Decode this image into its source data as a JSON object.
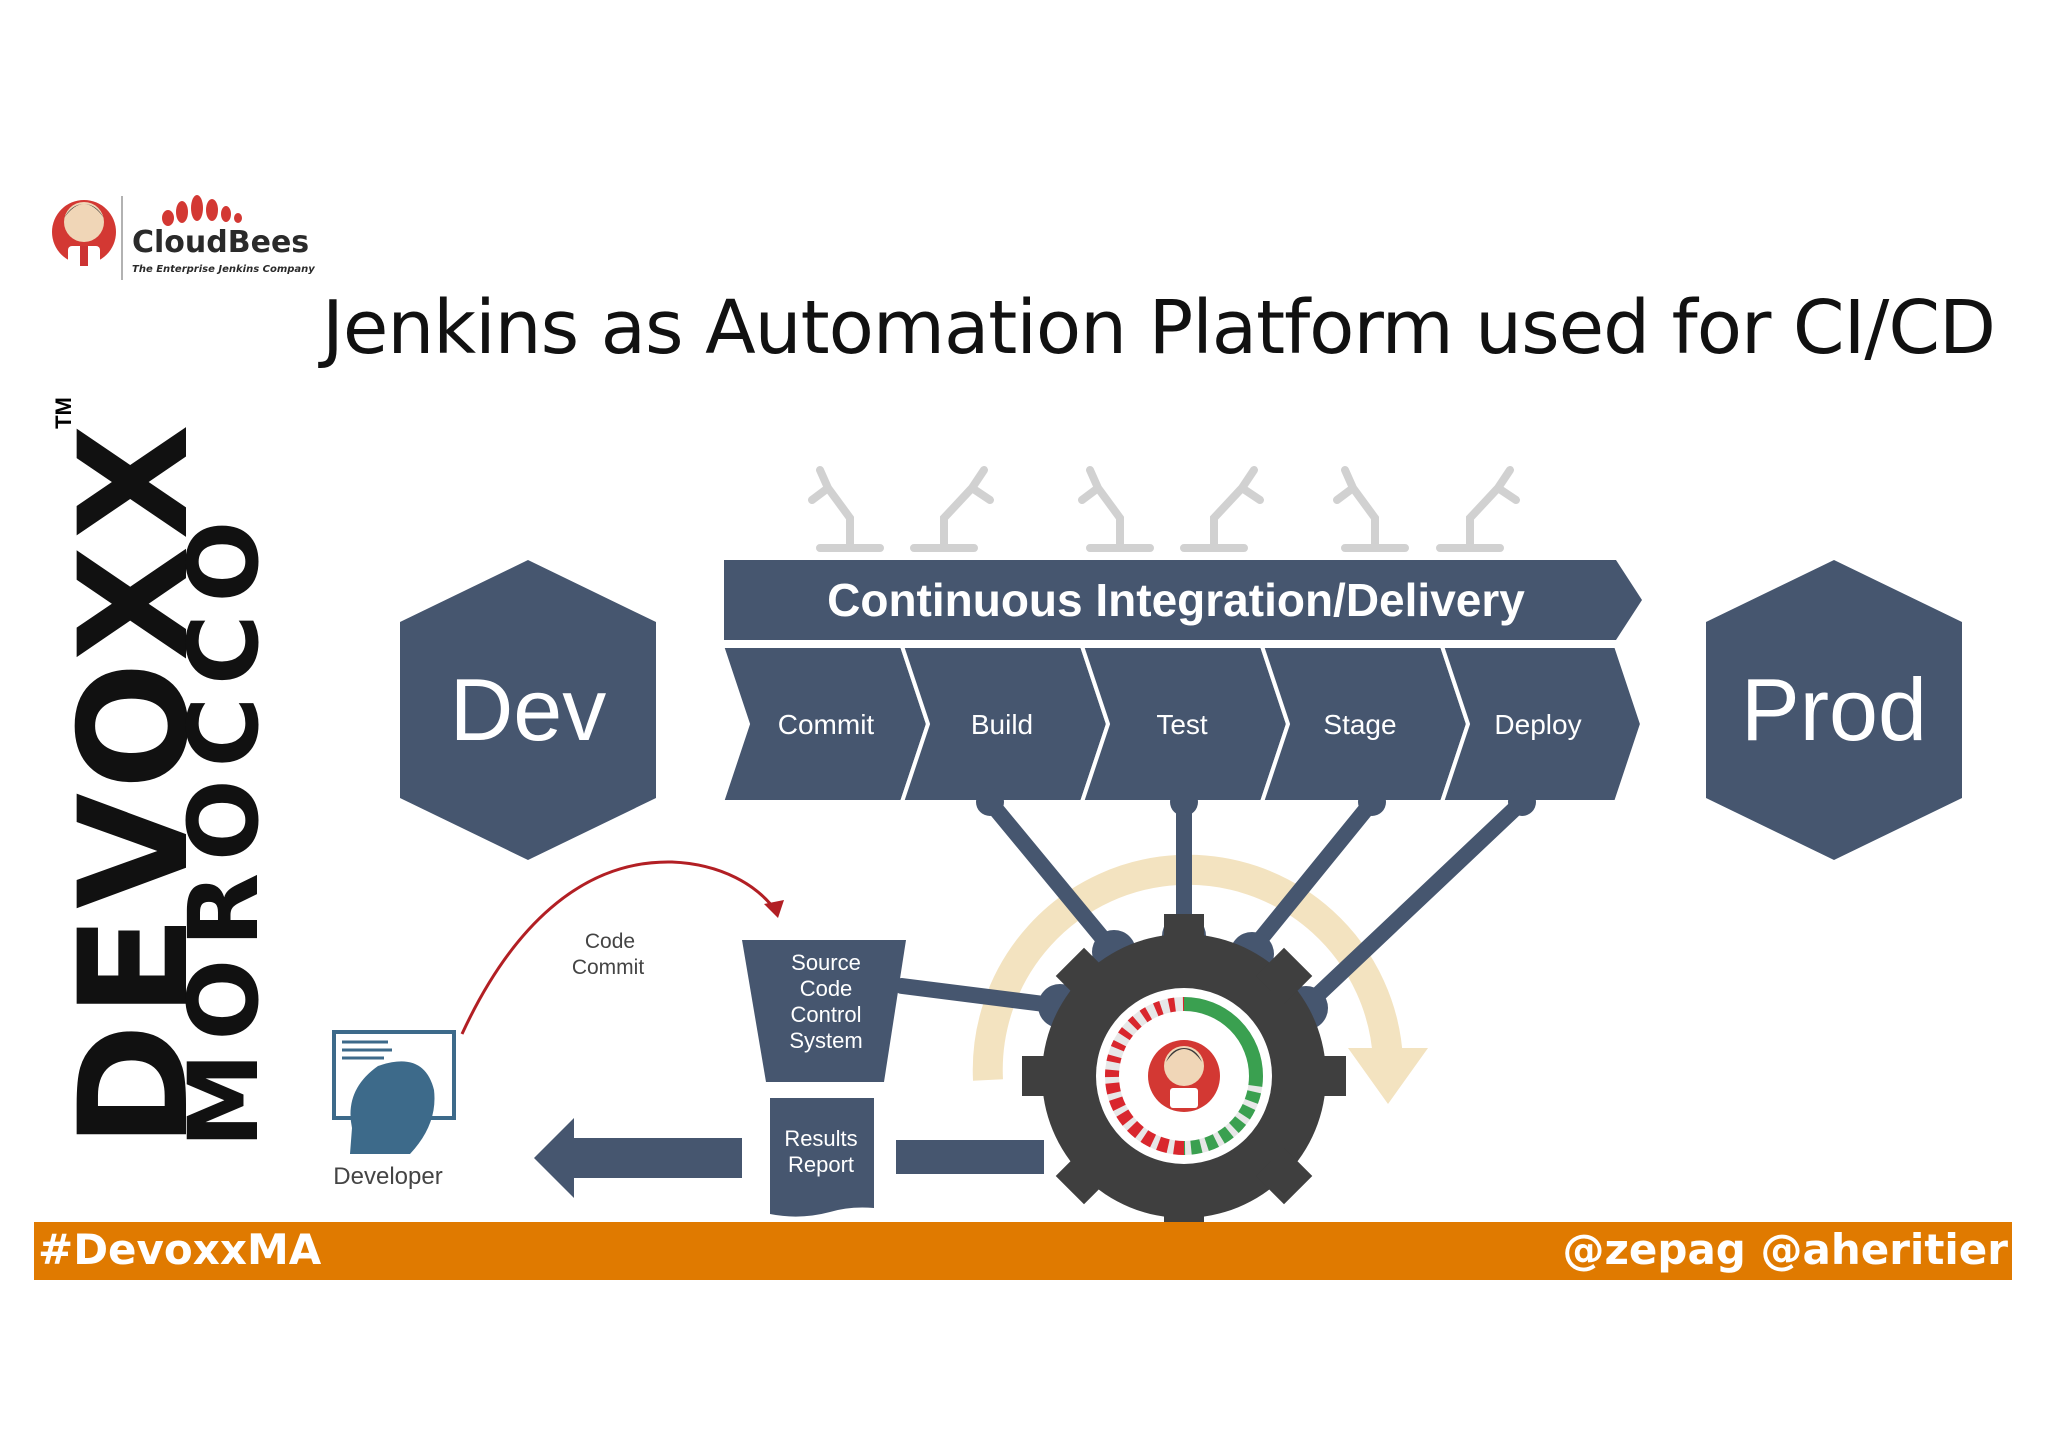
{
  "header": {
    "title": "Jenkins as Automation Platform used for CI/CD",
    "brand": {
      "name": "CloudBees",
      "tagline": "The Enterprise Jenkins Company"
    }
  },
  "sidebar": {
    "event": "DEVOXX",
    "trademark": "TM",
    "location": "MOROCCO"
  },
  "diagram": {
    "dev_label": "Dev",
    "prod_label": "Prod",
    "pipeline_title": "Continuous Integration/Delivery",
    "stages": [
      "Commit",
      "Build",
      "Test",
      "Stage",
      "Deploy"
    ],
    "scm_label": [
      "Source",
      "Code",
      "Control",
      "System"
    ],
    "results_label": [
      "Results",
      "Report"
    ],
    "commit_label": [
      "Code",
      "Commit"
    ],
    "developer_label": "Developer"
  },
  "footer": {
    "hashtag": "#DevoxxMA",
    "handles": "@zepag @aheritier"
  },
  "colors": {
    "slate": "#46566f",
    "orange": "#e07a00",
    "commit_arrow": "#b21f24",
    "flow_arrow": "#f3e3c0"
  }
}
